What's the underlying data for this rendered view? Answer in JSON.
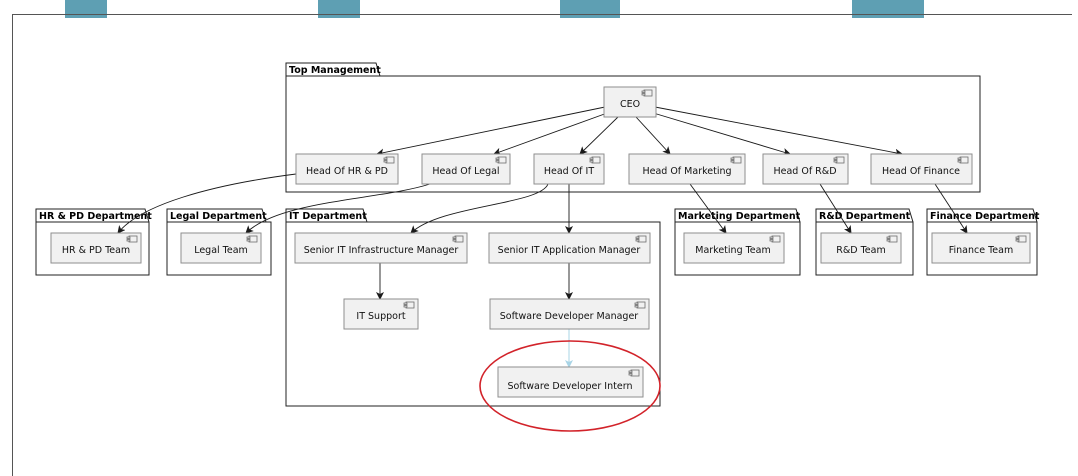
{
  "packages": {
    "top": "Top Management",
    "hr": "HR & PD Department",
    "legal": "Legal Department",
    "it": "IT Department",
    "marketing": "Marketing Department",
    "rnd": "R&D Department",
    "finance": "Finance Department"
  },
  "components": {
    "ceo": "CEO",
    "head_hr": "Head Of HR & PD",
    "head_legal": "Head Of Legal",
    "head_it": "Head Of IT",
    "head_marketing": "Head Of Marketing",
    "head_rnd": "Head Of R&D",
    "head_finance": "Head Of Finance",
    "hr_team": "HR & PD Team",
    "legal_team": "Legal Team",
    "senior_infra": "Senior IT Infrastructure Manager",
    "senior_app": "Senior IT Application Manager",
    "it_support": "IT Support",
    "sw_dev_manager": "Software Developer Manager",
    "sw_dev_intern": "Software Developer Intern",
    "marketing_team": "Marketing Team",
    "rnd_team": "R&D Team",
    "finance_team": "Finance Team"
  },
  "colors": {
    "highlight": "#d2232a",
    "header_stripe": "#5e9fb3",
    "light_arrow": "#a8d4e6"
  },
  "icon": "component-icon"
}
